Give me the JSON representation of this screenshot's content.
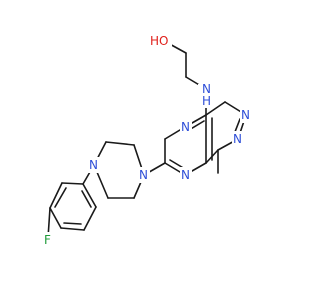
{
  "colors": {
    "bond": "#1a1a1a",
    "oxygen": "#e0201b",
    "nitrogen": "#2f4fd8",
    "fluorine": "#1f9c3a",
    "carbon_label": "#1a1a1a"
  },
  "labels": {
    "ho": "HO",
    "nh_n": "N",
    "nh_h": "H",
    "n_pyrimidine_top": "N",
    "n_pyrimidine_bottom": "N",
    "n_pyrazole_a": "N",
    "n_pyrazole_b": "N",
    "n_pip_top": "N",
    "n_pip_bottom": "N",
    "fluorine": "F"
  }
}
